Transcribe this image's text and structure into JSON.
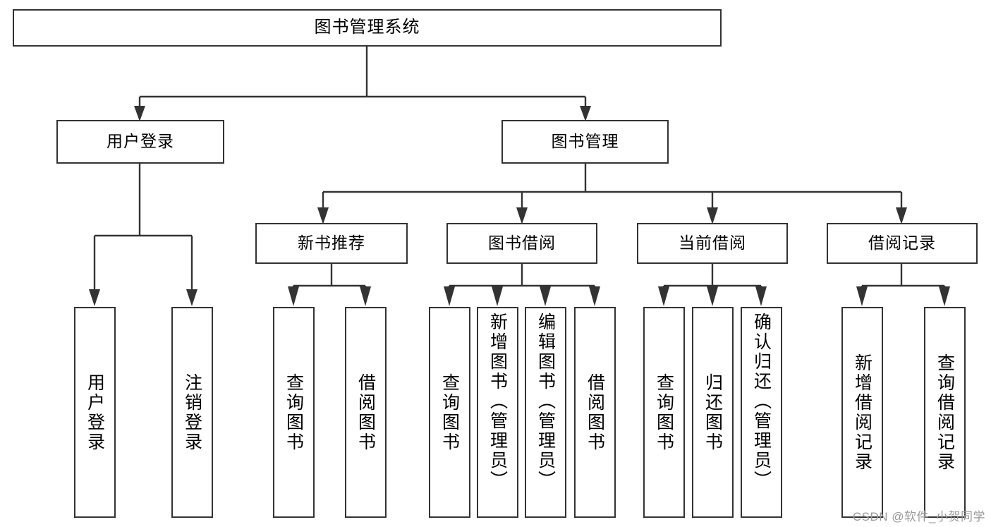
{
  "diagram": {
    "title": "图书管理系统",
    "type": "tree-hierarchy-chart",
    "watermark": "CSDN @软件_小贺同学",
    "colors": {
      "stroke": "#333333",
      "box_fill": "#ffffff",
      "text": "#000000",
      "background": "#ffffff",
      "watermark": "#9a9a9a"
    },
    "root": {
      "label": "图书管理系统"
    },
    "level2": [
      {
        "id": "user-login",
        "label": "用户登录"
      },
      {
        "id": "book-manage",
        "label": "图书管理"
      }
    ],
    "level3": [
      {
        "id": "new-book-recommend",
        "label": "新书推荐"
      },
      {
        "id": "book-borrow",
        "label": "图书借阅"
      },
      {
        "id": "current-borrow",
        "label": "当前借阅"
      },
      {
        "id": "borrow-record",
        "label": "借阅记录"
      }
    ],
    "leaves": {
      "user_login": [
        {
          "id": "leaf-user-login",
          "label": "用户登录"
        },
        {
          "id": "leaf-logout-login",
          "label": "注销登录"
        }
      ],
      "new_book_recommend": [
        {
          "id": "leaf-query-book-1",
          "label": "查询图书"
        },
        {
          "id": "leaf-borrow-book-1",
          "label": "借阅图书"
        }
      ],
      "book_borrow": [
        {
          "id": "leaf-query-book-2",
          "label": "查询图书"
        },
        {
          "id": "leaf-add-book",
          "label": "新增图书（管理员）"
        },
        {
          "id": "leaf-edit-book",
          "label": "编辑图书（管理员）"
        },
        {
          "id": "leaf-borrow-book-2",
          "label": "借阅图书"
        }
      ],
      "current_borrow": [
        {
          "id": "leaf-query-book-3",
          "label": "查询图书"
        },
        {
          "id": "leaf-return-book",
          "label": "归还图书"
        },
        {
          "id": "leaf-confirm-return",
          "label": "确认归还（管理员）"
        }
      ],
      "borrow_record": [
        {
          "id": "leaf-add-record",
          "label": "新增借阅记录"
        },
        {
          "id": "leaf-query-record",
          "label": "查询借阅记录"
        }
      ]
    }
  }
}
